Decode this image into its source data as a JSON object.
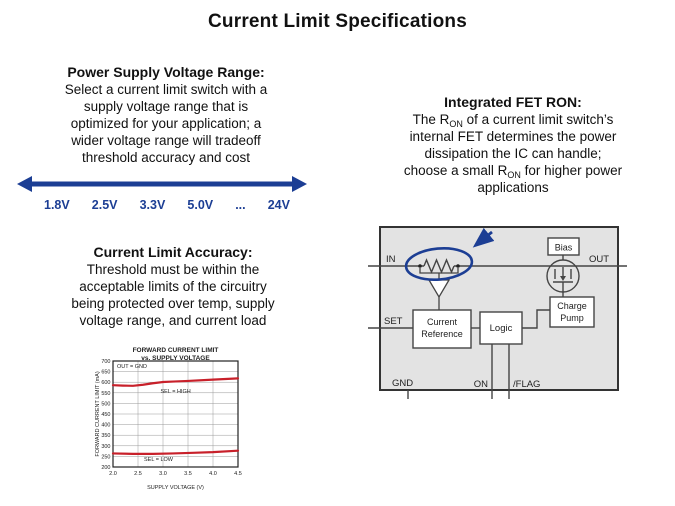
{
  "title": "Current Limit Specifications",
  "colors": {
    "navy": "#1c3e94",
    "red": "#c8202a",
    "circuit_bg": "#e3e3e3"
  },
  "power_supply": {
    "heading": "Power Supply Voltage Range:",
    "lines": [
      "Select a current limit switch with a",
      "supply voltage range that is",
      "optimized for your application; a",
      "wider voltage range will tradeoff",
      "threshold accuracy and cost"
    ],
    "voltages": [
      "1.8V",
      "2.5V",
      "3.3V",
      "5.0V",
      "...",
      "24V"
    ]
  },
  "fet_ron": {
    "heading": "Integrated FET RON:",
    "l1a": "The R",
    "l1sub": "ON",
    "l1b": " of a current limit switch’s",
    "l2": "internal FET determines the power",
    "l3": "dissipation the IC can handle;",
    "l4a": "choose a small R",
    "l4sub": "ON",
    "l4b": " for higher power",
    "l5": "applications"
  },
  "accuracy": {
    "heading": "Current Limit Accuracy:",
    "lines": [
      "Threshold must be within the",
      "acceptable limits of the circuitry",
      "being protected over temp, supply",
      "voltage range, and current load"
    ]
  },
  "chart_data": {
    "type": "line",
    "title_lines": [
      "FORWARD CURRENT LIMIT",
      "vs. SUPPLY VOLTAGE"
    ],
    "xlabel": "SUPPLY VOLTAGE (V)",
    "ylabel": "FORWARD CURRENT LIMIT (mA)",
    "xlim": [
      2.0,
      4.5
    ],
    "ylim": [
      200,
      700
    ],
    "x_ticks": [
      "2.0",
      "2.5",
      "3.0",
      "3.5",
      "4.0",
      "4.5"
    ],
    "y_ticks": [
      700,
      650,
      600,
      550,
      500,
      450,
      400,
      350,
      300,
      250,
      200
    ],
    "grid": true,
    "legend_position": "none",
    "series": [
      {
        "name": "SEL = HIGH",
        "color": "#c8202a",
        "x": [
          2.0,
          2.2,
          2.4,
          2.6,
          2.8,
          3.0,
          3.2,
          3.5,
          4.0,
          4.5
        ],
        "values": [
          586,
          584,
          583,
          588,
          595,
          601,
          603,
          606,
          612,
          618
        ]
      },
      {
        "name": "SEL = LOW",
        "color": "#c8202a",
        "x": [
          2.0,
          2.4,
          2.8,
          3.2,
          3.6,
          4.0,
          4.5
        ],
        "values": [
          264,
          262,
          262,
          264,
          267,
          270,
          277
        ]
      }
    ],
    "annotations": [
      {
        "text": "OUT = GND",
        "x": 2.08,
        "y": 668
      },
      {
        "text": "SEL = HIGH",
        "x": 2.95,
        "y": 550
      },
      {
        "text": "SEL = LOW",
        "x": 2.62,
        "y": 228
      }
    ]
  },
  "circuit": {
    "labels": {
      "in": "IN",
      "out": "OUT",
      "set": "SET",
      "gnd": "GND",
      "on": "ON",
      "flag": "/FLAG",
      "bias": "Bias",
      "logic": "Logic",
      "charge_pump_1": "Charge",
      "charge_pump_2": "Pump",
      "current_ref_1": "Current",
      "current_ref_2": "Reference"
    }
  }
}
